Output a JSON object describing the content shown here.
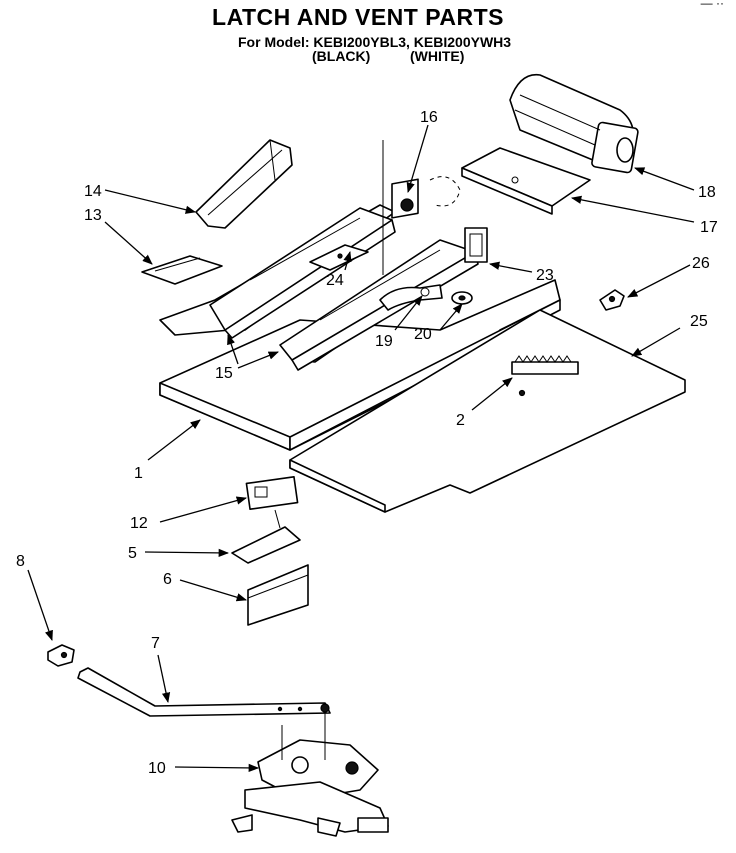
{
  "header": {
    "title": "LATCH AND VENT PARTS",
    "for_model": "For Model: KEBI200YBL3, KEBI200YWH3",
    "variant_black": "(BLACK)",
    "variant_white": "(WHITE)",
    "corner_mark": "— ··"
  },
  "callouts": {
    "c1": "1",
    "c2": "2",
    "c5": "5",
    "c6": "6",
    "c7": "7",
    "c8": "8",
    "c10": "10",
    "c12": "12",
    "c13": "13",
    "c14": "14",
    "c15": "15",
    "c16": "16",
    "c17": "17",
    "c18": "18",
    "c19": "19",
    "c20": "20",
    "c23": "23",
    "c24": "24",
    "c25": "25",
    "c26": "26"
  }
}
